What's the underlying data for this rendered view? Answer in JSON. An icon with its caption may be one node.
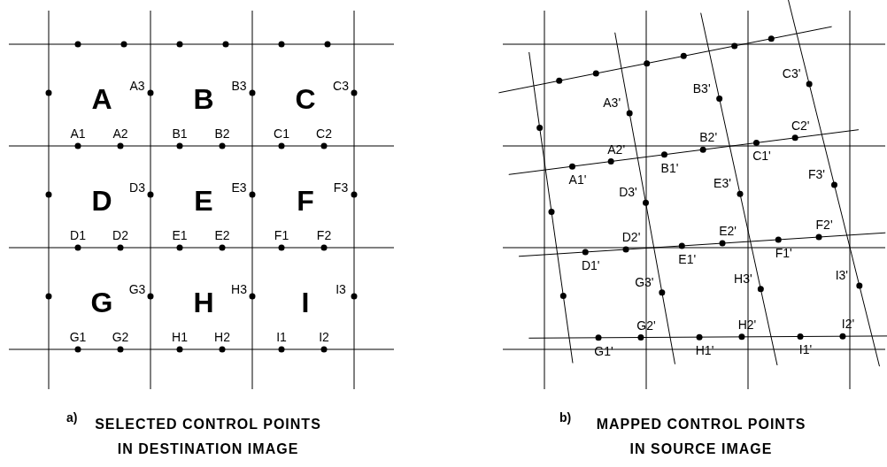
{
  "diagram": {
    "labels": [
      "A",
      "A1",
      "A2",
      "A3",
      "B",
      "B1",
      "B2",
      "B3",
      "C",
      "C1",
      "C2",
      "C3",
      "D",
      "D1",
      "D2",
      "D3",
      "E",
      "E1",
      "E2",
      "E3",
      "F",
      "F1",
      "F2",
      "F3",
      "G",
      "G1",
      "G2",
      "G3",
      "H",
      "H1",
      "H2",
      "H3",
      "I",
      "I1",
      "I2",
      "I3",
      "A1'",
      "A2'",
      "A3'",
      "B1'",
      "B2'",
      "B3'",
      "C1'",
      "C2'",
      "C3'",
      "D1'",
      "D2'",
      "D3'",
      "E1'",
      "E2'",
      "E3'",
      "F1'",
      "F2'",
      "F3'",
      "G1'",
      "G2'",
      "G3'",
      "H1'",
      "H2'",
      "H3'",
      "I1'",
      "I2'",
      "I3'",
      "a)",
      "SELECTED CONTROL POINTS IN DESTINATION IMAGE",
      "b)",
      "MAPPED CONTROL POINTS IN SOURCE IMAGE"
    ]
  }
}
